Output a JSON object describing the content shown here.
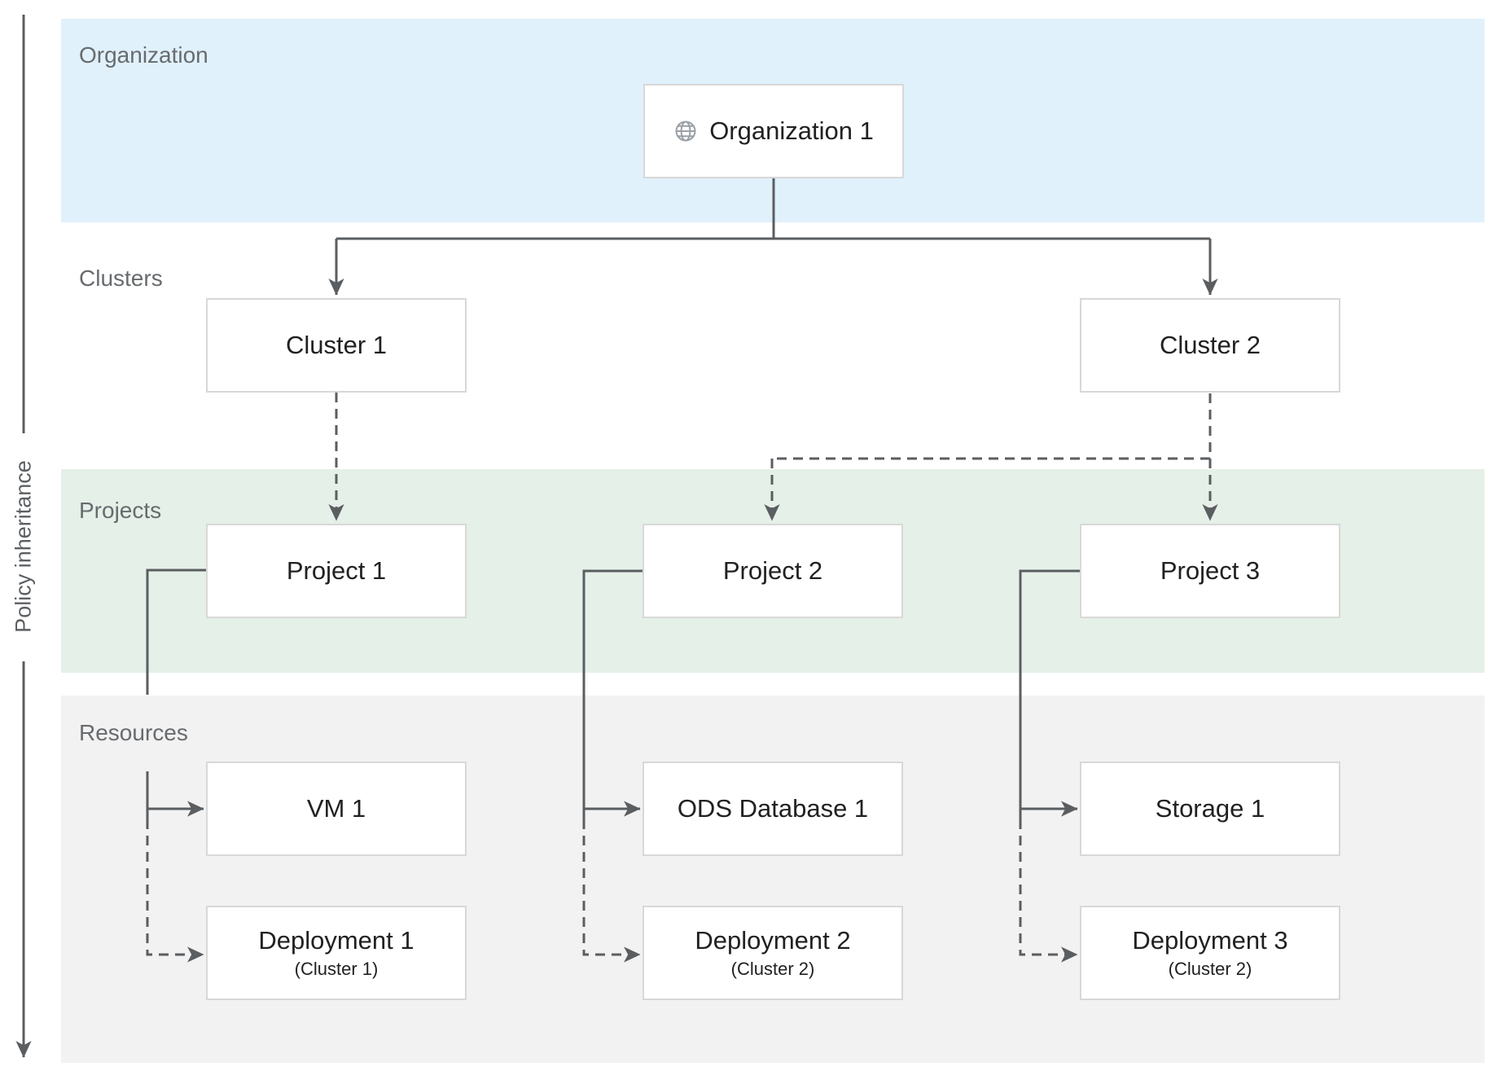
{
  "axis": {
    "label": "Policy inheritance"
  },
  "bands": [
    {
      "id": "organization",
      "label": "Organization",
      "color": "#e0f1fc"
    },
    {
      "id": "clusters",
      "label": "Clusters",
      "color": "#ffffff"
    },
    {
      "id": "projects",
      "label": "Projects",
      "color": "#e5f0e8"
    },
    {
      "id": "resources",
      "label": "Resources",
      "color": "#f2f2f2"
    }
  ],
  "nodes": {
    "organization1": {
      "label": "Organization 1",
      "icon": "globe-icon"
    },
    "cluster1": {
      "label": "Cluster 1"
    },
    "cluster2": {
      "label": "Cluster 2"
    },
    "project1": {
      "label": "Project 1"
    },
    "project2": {
      "label": "Project 2"
    },
    "project3": {
      "label": "Project 3"
    },
    "vm1": {
      "label": "VM 1"
    },
    "ods_database1": {
      "label": "ODS Database 1"
    },
    "storage1": {
      "label": "Storage 1"
    },
    "deployment1": {
      "label": "Deployment 1",
      "sublabel": "(Cluster 1)"
    },
    "deployment2": {
      "label": "Deployment 2",
      "sublabel": "(Cluster 2)"
    },
    "deployment3": {
      "label": "Deployment 3",
      "sublabel": "(Cluster 2)"
    }
  },
  "colors": {
    "connector": "#5b5e61",
    "band_label": "#686b6e",
    "node_border": "#d8d8d8",
    "node_text": "#212121",
    "globe_icon": "#9aa0a6"
  }
}
